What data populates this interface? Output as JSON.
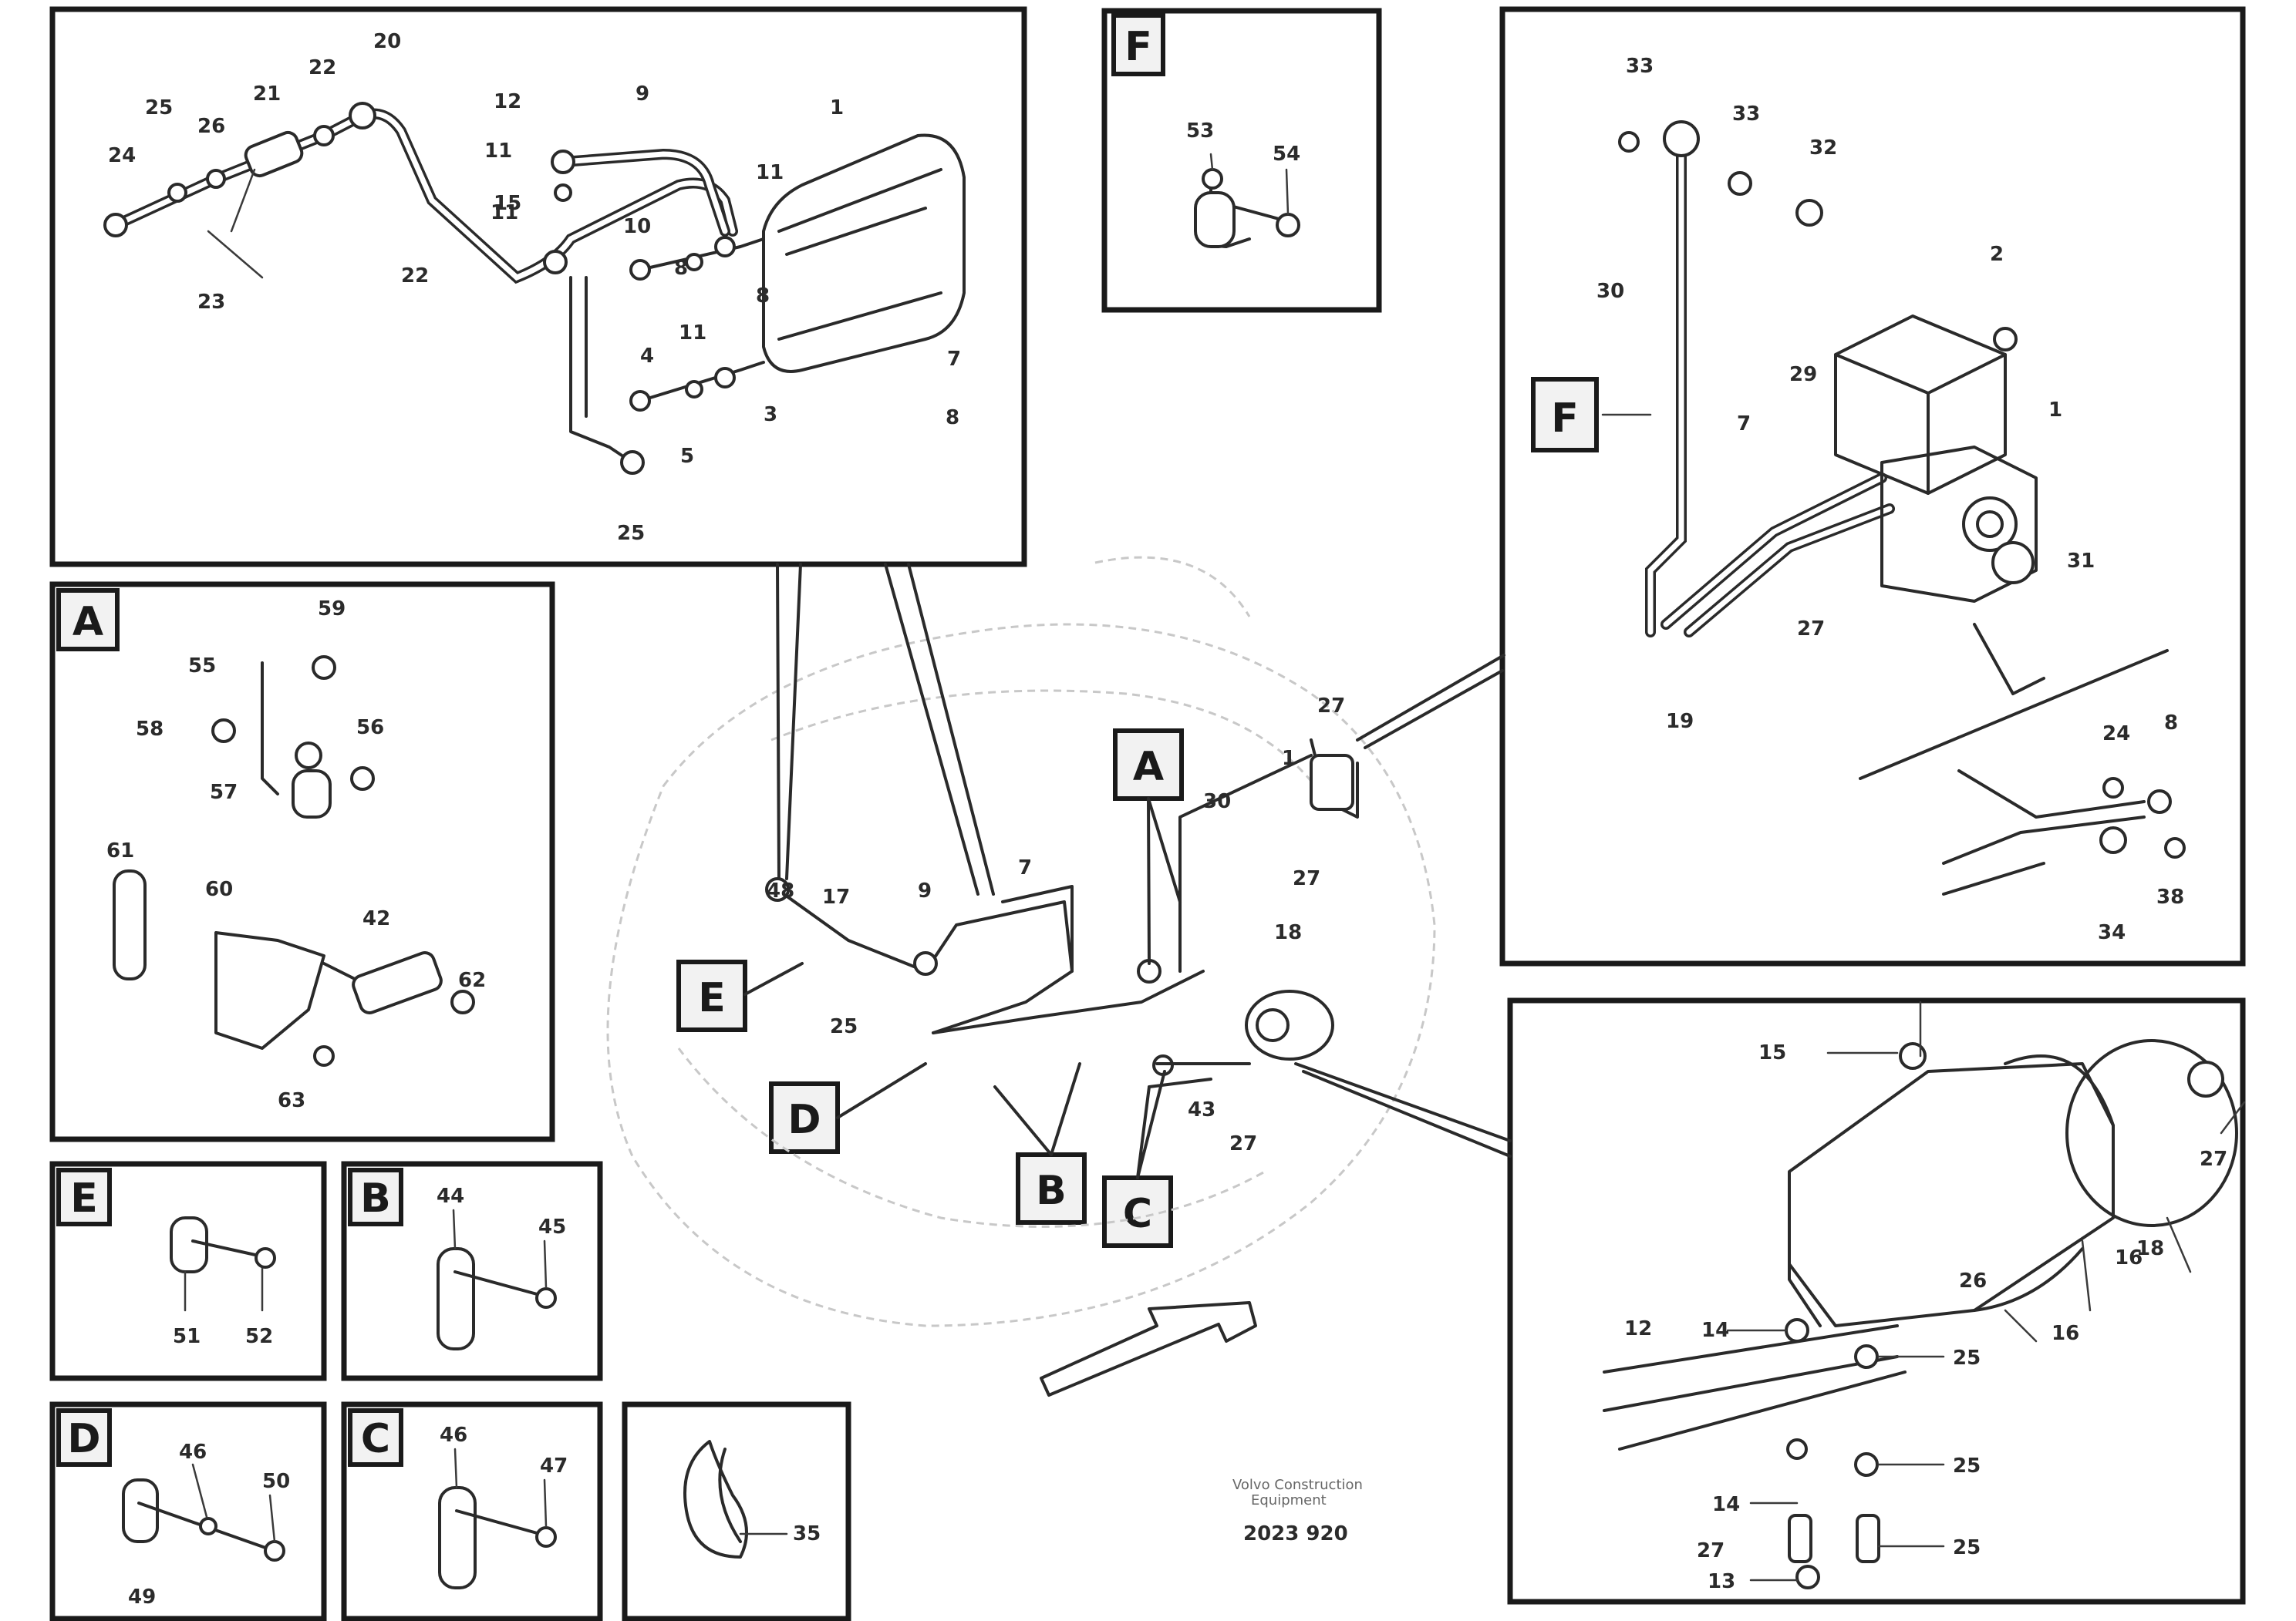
{
  "sheet": {
    "ref_lines": [
      "Volvo Construction",
      "Equipment"
    ],
    "code": "2023 920"
  },
  "detail_letters": [
    "A",
    "B",
    "C",
    "D",
    "E",
    "F"
  ],
  "callouts": {
    "top_left": [
      "25",
      "24",
      "26",
      "21",
      "22",
      "23",
      "20",
      "22",
      "11",
      "11",
      "11",
      "9",
      "1",
      "7",
      "10",
      "11",
      "8",
      "4",
      "5",
      "3",
      "8",
      "15",
      "25",
      "15",
      "11",
      "12"
    ],
    "detail_f_small": [
      "53",
      "54"
    ],
    "detail_a": [
      "59",
      "55",
      "58",
      "56",
      "57",
      "61",
      "60",
      "42",
      "62",
      "63"
    ],
    "detail_e": [
      "51",
      "52"
    ],
    "detail_b": [
      "44",
      "45"
    ],
    "detail_d": [
      "46",
      "50",
      "49"
    ],
    "detail_c": [
      "46",
      "47"
    ],
    "detail_coil": [
      "35"
    ],
    "top_right": [
      "33",
      "33",
      "32",
      "30",
      "2",
      "29",
      "1",
      "7",
      "31",
      "27",
      "19",
      "24",
      "8",
      "38",
      "34"
    ],
    "bottom_right": [
      "15",
      "27",
      "16",
      "18",
      "12",
      "14",
      "16",
      "25",
      "25",
      "14",
      "25",
      "27",
      "26",
      "13"
    ],
    "center": [
      "27",
      "30",
      "1",
      "27",
      "48",
      "17",
      "9",
      "7",
      "25",
      "18",
      "43",
      "27"
    ]
  }
}
